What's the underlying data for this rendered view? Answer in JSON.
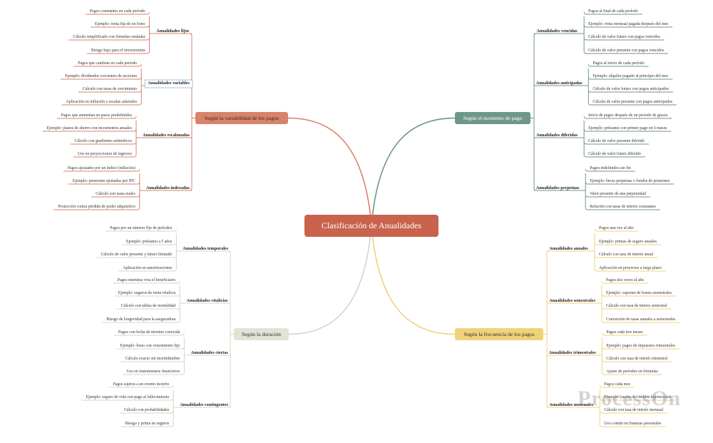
{
  "watermark": "ProcessOn",
  "root": {
    "label": "Clasificación de Anualidades",
    "color": "#c9634d"
  },
  "branches": [
    {
      "key": "variabilidad",
      "label": "Según la variabilidad de los pagos",
      "color": "#d9826a",
      "text_color": "#2b2b2b",
      "groups": [
        {
          "label": "Anualidades fijos",
          "items": [
            "Pagos constantes en cada período",
            "Ejemplo: renta fija de un bono",
            "Cálculo simplificado con fórmulas estándar",
            "Riesgo bajo para el inversionista"
          ]
        },
        {
          "label": "Anualidades variables",
          "items": [
            "Pagos que cambian en cada período",
            "Ejemplo: dividendos crecientes de acciones",
            "Cálculo con tasas de crecimiento",
            "Aplicación en inflación o escalas salariales"
          ]
        },
        {
          "label": "Anualidades escalonadas",
          "items": [
            "Pagos que aumentan en pasos predefinidos",
            "Ejemplo: planes de ahorro con incrementos anuales",
            "Cálculo con gradientes aritméticos",
            "Uso en proyecciones de ingresos"
          ]
        },
        {
          "label": "Anualidades indexadas",
          "items": [
            "Pagos ajustados por un índice (inflación)",
            "Ejemplo: pensiones ajustadas por IPC",
            "Cálculo con tasas reales",
            "Protección contra pérdida de poder adquisitivo"
          ]
        }
      ]
    },
    {
      "key": "momento",
      "label": "Según el momento de pago",
      "color": "#6f968a",
      "text_color": "#ffffff",
      "groups": [
        {
          "label": "Anualidades vencidas",
          "items": [
            "Pagos al final de cada período",
            "Ejemplo: renta mensual pagada después del mes",
            "Cálculo de valor futuro con pagos vencidos",
            "Cálculo de valor presente con pagos vencidos"
          ]
        },
        {
          "label": "Anualidades anticipadas",
          "items": [
            "Pagos al inicio de cada período",
            "Ejemplo: alquiler pagado al principio del mes",
            "Cálculo de valor futuro con pagos anticipados",
            "Cálculo de valor presente con pagos anticipados"
          ]
        },
        {
          "label": "Anualidades diferidas",
          "items": [
            "Inicio de pagos después de un período de gracia",
            "Ejemplo: préstamo con primer pago en 6 meses",
            "Cálculo de valor presente diferido",
            "Cálculo de valor futuro diferido"
          ]
        },
        {
          "label": "Anualidades perpetuas",
          "items": [
            "Pagos indefinidos sin fin",
            "Ejemplo: becas perpetuas o fondos de pensiones",
            "Valor presente de una perpetuidad",
            "Relación con tasas de interés constantes"
          ]
        }
      ]
    },
    {
      "key": "duracion",
      "label": "Según la duración",
      "color": "#dfe5d6",
      "text_color": "#2b2b2b",
      "groups": [
        {
          "label": "Anualidades temporales",
          "items": [
            "Pagos por un número fijo de períodos",
            "Ejemplo: préstamo a 5 años",
            "Cálculo de valor presente y futuro limitado",
            "Aplicación en amortizaciones"
          ]
        },
        {
          "label": "Anualidades vitalicias",
          "items": [
            "Pagos mientras viva el beneficiario",
            "Ejemplo: seguros de renta vitalicia",
            "Cálculo con tablas de mortalidad",
            "Riesgo de longevidad para la aseguradora"
          ]
        },
        {
          "label": "Anualidades ciertas",
          "items": [
            "Pagos con fecha de término conocida",
            "Ejemplo: bono con vencimiento fijo",
            "Cálculo exacto sin incertidumbre",
            "Uso en instrumentos financieros"
          ]
        },
        {
          "label": "Anualidades contingentes",
          "items": [
            "Pagos sujetos a un evento incierto",
            "Ejemplo: seguro de vida con pago al fallecimiento",
            "Cálculo con probabilidades",
            "Riesgo y prima en seguros"
          ]
        }
      ]
    },
    {
      "key": "frecuencia",
      "label": "Según la frecuencia de los pagos",
      "color": "#f0d27a",
      "text_color": "#2b2b2b",
      "groups": [
        {
          "label": "Anualidades anuales",
          "items": [
            "Pagos una vez al año",
            "Ejemplo: primas de seguro anuales",
            "Cálculo con tasa de interés anual",
            "Aplicación en proyectos a largo plazo"
          ]
        },
        {
          "label": "Anualidades semestrales",
          "items": [
            "Pagos dos veces al año",
            "Ejemplo: cupones de bonos semestrales",
            "Cálculo con tasa de interés semestral",
            "Conversión de tasas anuales a semestrales"
          ]
        },
        {
          "label": "Anualidades trimestrales",
          "items": [
            "Pagos cada tres meses",
            "Ejemplo: pagos de impuestos trimestrales",
            "Cálculo con tasa de interés trimestral",
            "Ajuste de períodos en fórmulas"
          ]
        },
        {
          "label": "Anualidades mensuales",
          "items": [
            "Pagos cada mes",
            "Ejemplo: cuotas de créditos hipotecarios",
            "Cálculo con tasa de interés mensual",
            "Uso común en finanzas personales"
          ]
        }
      ]
    }
  ]
}
